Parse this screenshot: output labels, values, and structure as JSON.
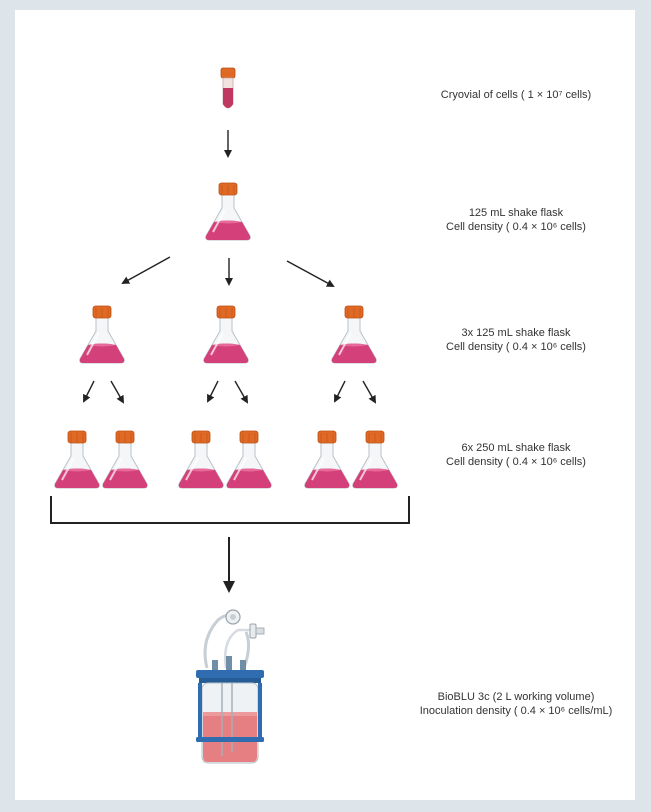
{
  "steps": [
    {
      "line1": "Cryovial of cells ( 1 × 10⁷ cells)",
      "line2": ""
    },
    {
      "line1": "125 mL shake flask",
      "line2": "Cell density ( 0.4 × 10⁶ cells)"
    },
    {
      "line1": "3x 125 mL shake flask",
      "line2": "Cell density ( 0.4 × 10⁶ cells)"
    },
    {
      "line1": "6x 250 mL shake flask",
      "line2": "Cell density ( 0.4 × 10⁶ cells)"
    },
    {
      "line1": "BioBLU 3c (2 L working volume)",
      "line2": "Inoculation density ( 0.4 × 10⁶ cells/mL)"
    }
  ],
  "colors": {
    "background": "#dde4ea",
    "panel": "#ffffff",
    "cap": "#e06a25",
    "medium": "#d4417a",
    "vessel_frame": "#2f6db0",
    "reactor_medium": "#e57f82",
    "arrow": "#222222"
  }
}
